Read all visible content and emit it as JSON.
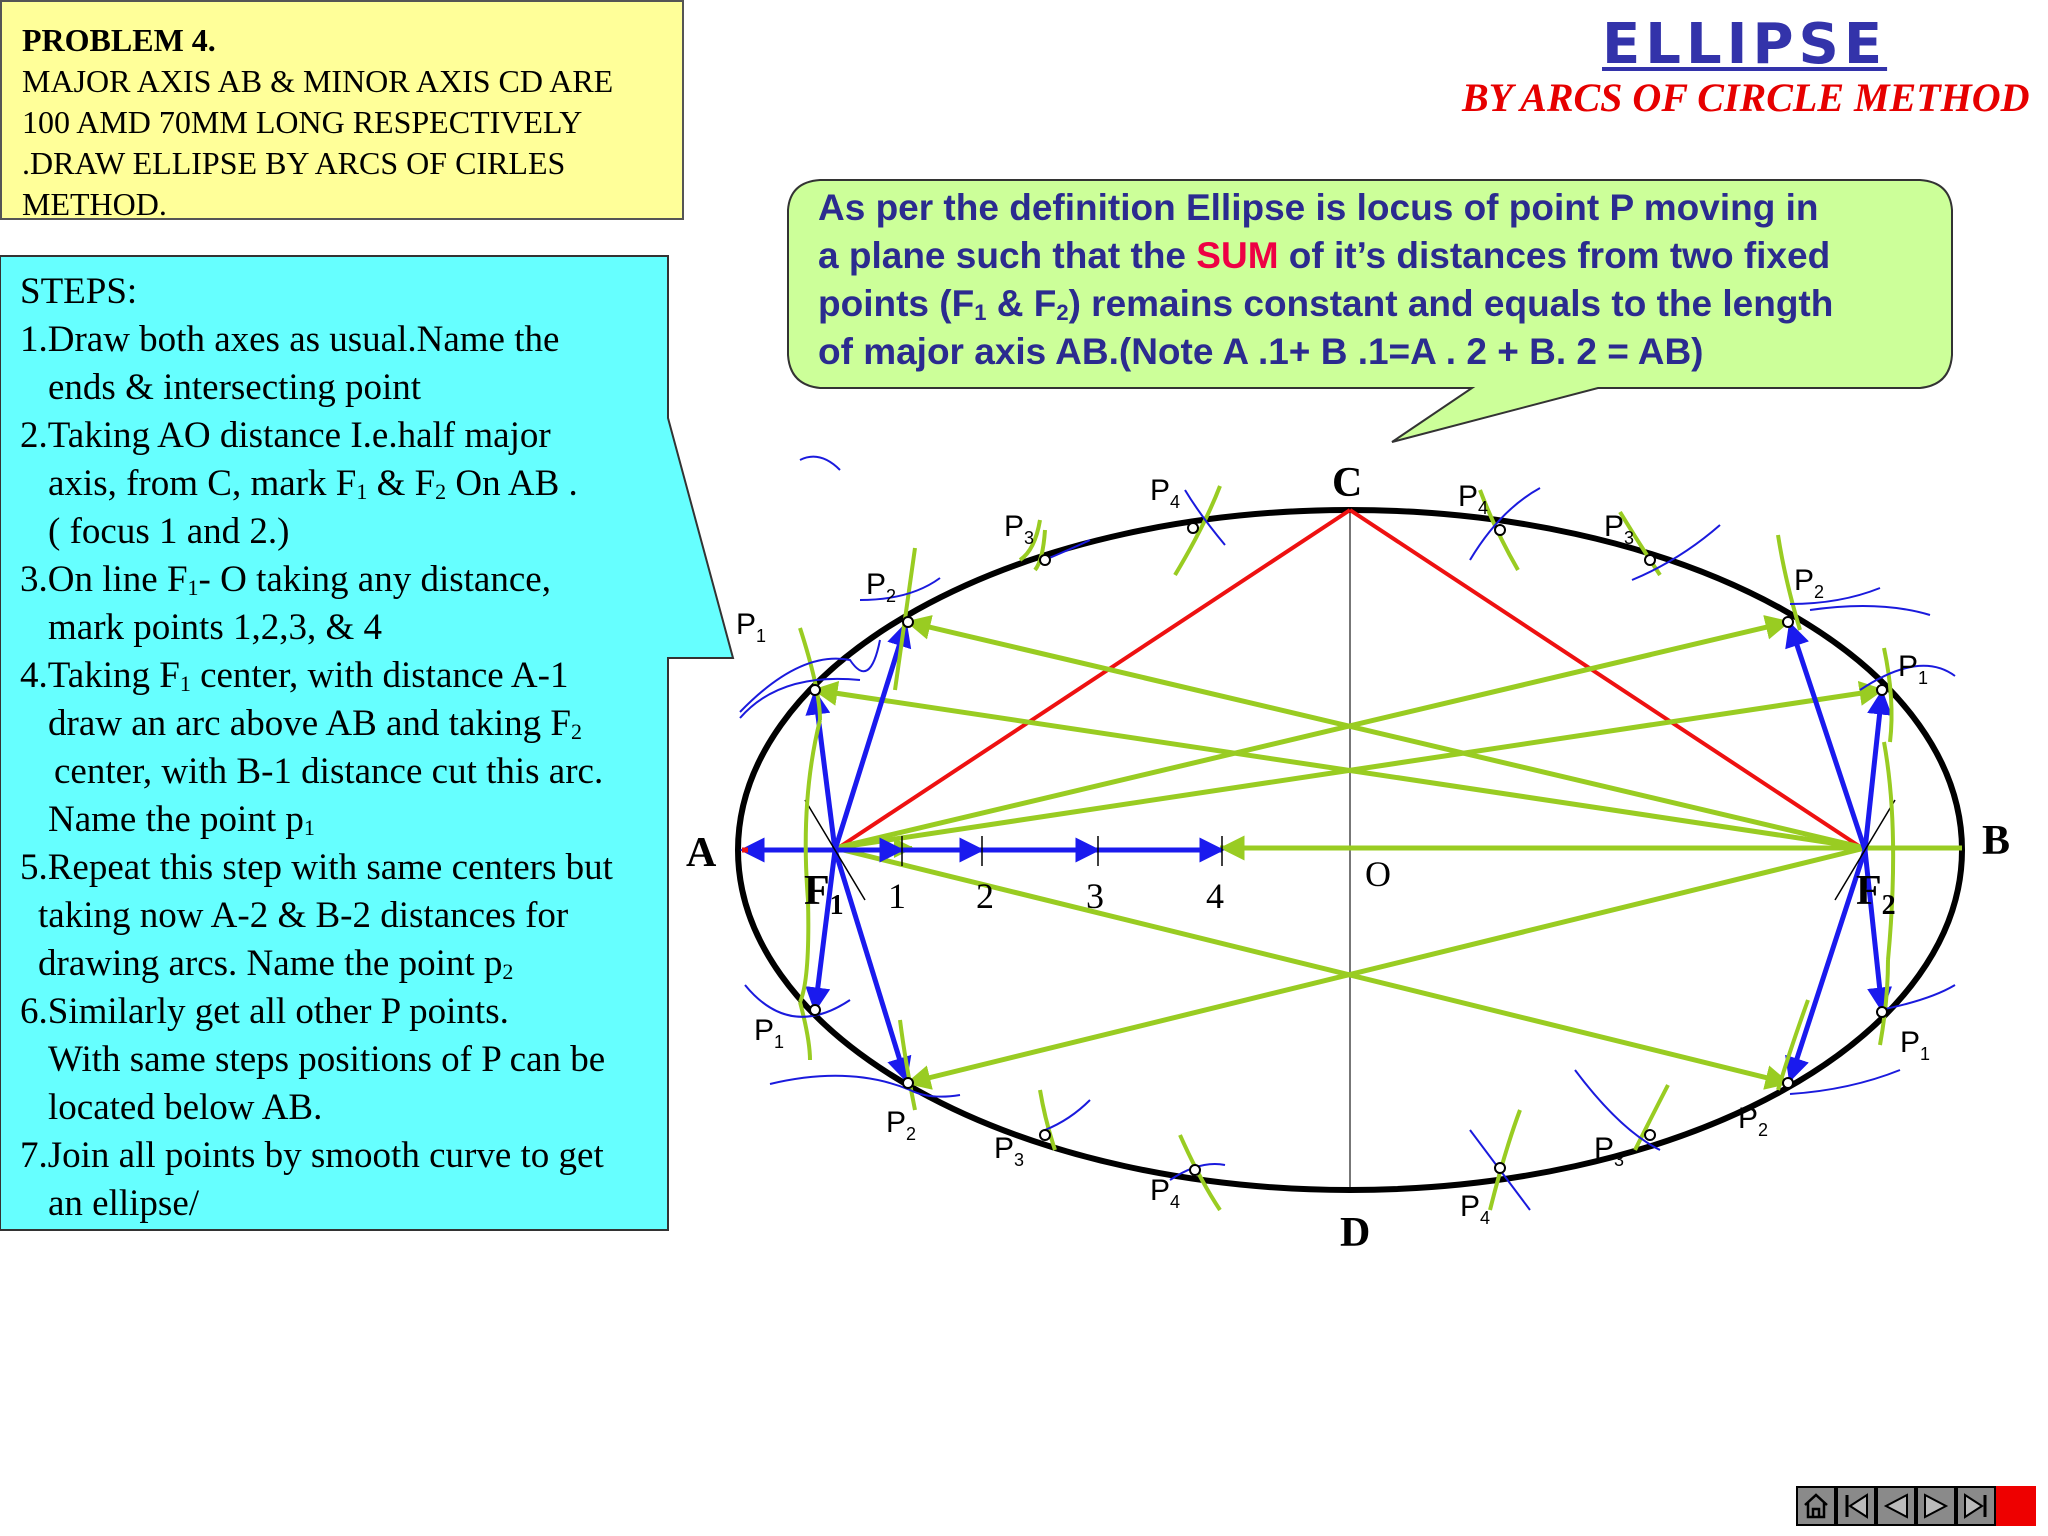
{
  "problem": {
    "title": "PROBLEM 4.",
    "lines": [
      "MAJOR AXIS AB & MINOR AXIS CD ARE",
      "100 AMD 70MM LONG RESPECTIVELY",
      ".DRAW ELLIPSE BY ARCS OF CIRLES",
      "METHOD."
    ]
  },
  "header": {
    "title": "ELLIPSE",
    "subtitle": "BY ARCS OF CIRCLE METHOD"
  },
  "definition": {
    "line1": "As per the definition Ellipse is locus of  point  P  moving in",
    "line2_a": "a plane such  that the ",
    "line2_sum": "SUM",
    "line2_b": " of it’s distances  from  two fixed",
    "line3_a": " points (F",
    "line3_s1": "1",
    "line3_b": " & F",
    "line3_s2": "2",
    "line3_c": ") remains constant and equals to the length",
    "line4": "of major axis AB.(Note A .1+ B .1=A . 2 + B. 2 = AB)"
  },
  "steps": {
    "heading": "STEPS:",
    "s1a": "1.Draw both axes as usual.Name the",
    "s1b": "ends & intersecting point",
    "s2a": "2.Taking AO distance I.e.half major",
    "s2b_1": "axis, from C, mark F",
    "s2b_sub1": "1",
    "s2b_2": " & F",
    "s2b_sub2": "2",
    "s2b_3": " On AB  .",
    "s2c": "( focus 1 and 2.)",
    "s3a_1": "3.On line F",
    "s3a_sub": "1",
    "s3a_2": "- O  taking any distance,",
    "s3b": "mark points 1,2,3, & 4",
    "s4a_1": "4.Taking F",
    "s4a_sub": "1",
    "s4a_2": " center, with distance A-1",
    "s4b_1": "draw an arc above AB and taking F",
    "s4b_sub": "2",
    "s4c": "center, with B-1 distance cut this arc.",
    "s4d_1": "Name the point p",
    "s4d_sub": "1",
    "s5a": "5.Repeat this step with same centers but",
    "s5b": "taking now A-2 & B-2 distances for",
    "s5c_1": "drawing arcs. Name the point p",
    "s5c_sub": "2",
    "s6a": "6.Similarly get all other P points.",
    "s6b": "With same steps positions of  P can be",
    "s6c": "located below AB.",
    "s7a": "7.Join all points by smooth curve to get",
    "s7b": "an ellipse/"
  },
  "diagram": {
    "A": "A",
    "B": "B",
    "C": "C",
    "D": "D",
    "O": "O",
    "F": "F",
    "sub1": "1",
    "sub2": "2",
    "n1": "1",
    "n2": "2",
    "n3": "3",
    "n4": "4",
    "P": "P",
    "s3": "3",
    "s4": "4",
    "colors": {
      "ellipse": "#000000",
      "red_lines": "#ee1111",
      "green_lines": "#99cc22",
      "blue_lines": "#1a1aee",
      "arcs": "#1a1add"
    }
  },
  "nav": {
    "icons": [
      "home-icon",
      "first-icon",
      "prev-icon",
      "next-icon",
      "last-icon",
      "stop-icon"
    ]
  }
}
